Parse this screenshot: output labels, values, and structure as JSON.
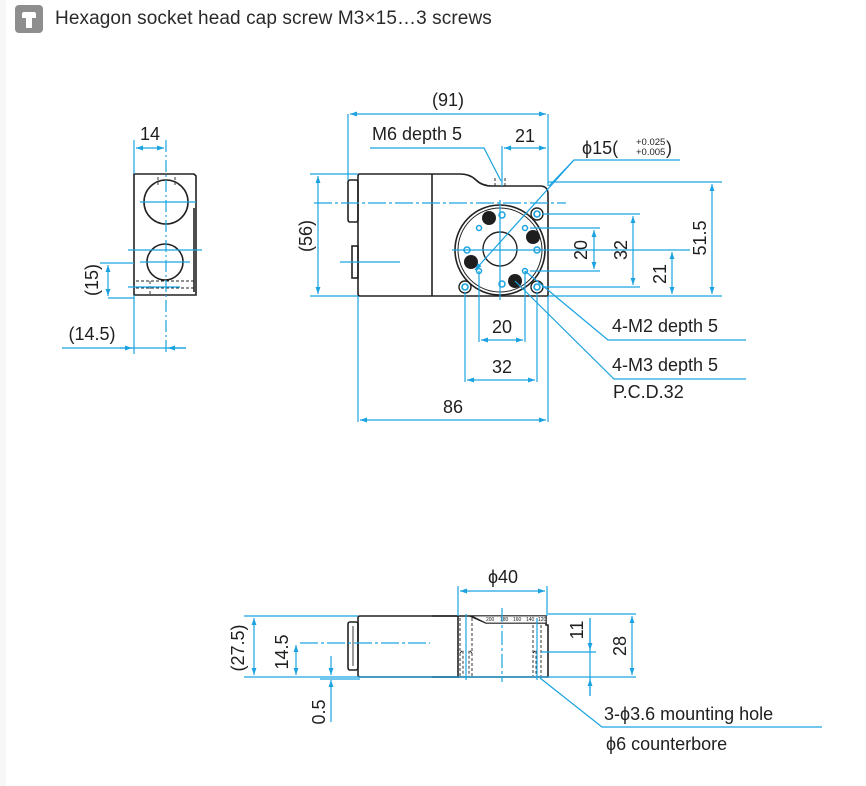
{
  "header": {
    "icon": "screw-icon",
    "text": "Hexagon socket head cap screw M3×15…3 screws"
  },
  "colors": {
    "dimension_line": "#1aa3e0",
    "outline": "#222222",
    "text": "#1f1f1f",
    "badge": "#8e8e8e"
  },
  "side_view": {
    "width_dim": "14",
    "height_dim": "(15)",
    "offset_dim": "(14.5)"
  },
  "front_view": {
    "overall_length": "(91)",
    "tap_label": "M6 depth 5",
    "tap_offset": "21",
    "bore_diameter_prefix": "ϕ15(",
    "bore_tol_upper": "+0.025",
    "bore_tol_lower": "+0.005",
    "bore_diameter_suffix": ")",
    "height_dim": "(56)",
    "v_20": "20",
    "v_32": "32",
    "v_21": "21",
    "v_51_5": "51.5",
    "h_20": "20",
    "h_32": "32",
    "body_length": "86",
    "m2_label": "4-M2 depth 5",
    "m3_label": "4-M3 depth 5",
    "pcd_label": "P.C.D.32"
  },
  "bottom_view": {
    "diameter": "ϕ40",
    "overall_height": "(27.5)",
    "axis_height": "14.5",
    "base_offset": "0.5",
    "counterbore_depth": "11",
    "total_height": "28",
    "mounting_label": "3-ϕ3.6 mounting hole",
    "counterbore_label": "ϕ6 counterbore",
    "scale_marks": [
      "200",
      "180",
      "160",
      "140",
      "120"
    ]
  }
}
